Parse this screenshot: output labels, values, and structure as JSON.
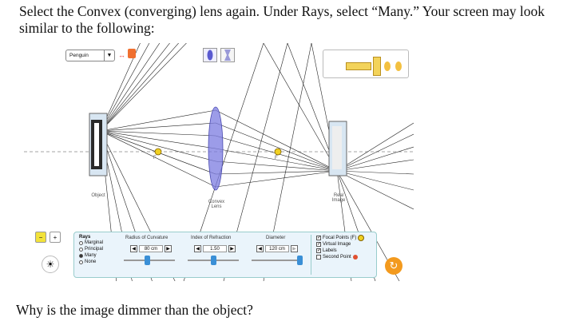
{
  "document": {
    "instruction": "Select the Convex (converging) lens again.  Under Rays, select “Many.”  Your screen may look similar to the following:",
    "question": "Why is the image dimmer than the object?"
  },
  "simulation": {
    "object_selector": "Penguin",
    "labels": {
      "object": "Object",
      "lens": "Convex\nLens",
      "image": "Real\nImage",
      "focal_left": "F",
      "focal_right": "F"
    },
    "rays_panel": {
      "title": "Rays",
      "options": [
        "Marginal",
        "Principal",
        "Many",
        "None"
      ],
      "selected": "Many"
    },
    "radius_of_curvature": {
      "label": "Radius of Curvature",
      "value": "80 cm",
      "fraction": 0.4
    },
    "index_of_refraction": {
      "label": "Index of Refraction",
      "value": "1.50",
      "fraction": 0.5
    },
    "diameter": {
      "label": "Diameter",
      "value": "120 cm",
      "fraction": 1.0
    },
    "checkboxes": [
      {
        "label": "Focal Points (F)",
        "checked": true
      },
      {
        "label": "Virtual Image",
        "checked": true
      },
      {
        "label": "Labels",
        "checked": true
      },
      {
        "label": "Second Point",
        "checked": false
      }
    ],
    "colors": {
      "accent": "#3a8fd6",
      "focal_marker": "#f0d020",
      "reset": "#f39a1e",
      "lens": "#7b7be0"
    }
  }
}
